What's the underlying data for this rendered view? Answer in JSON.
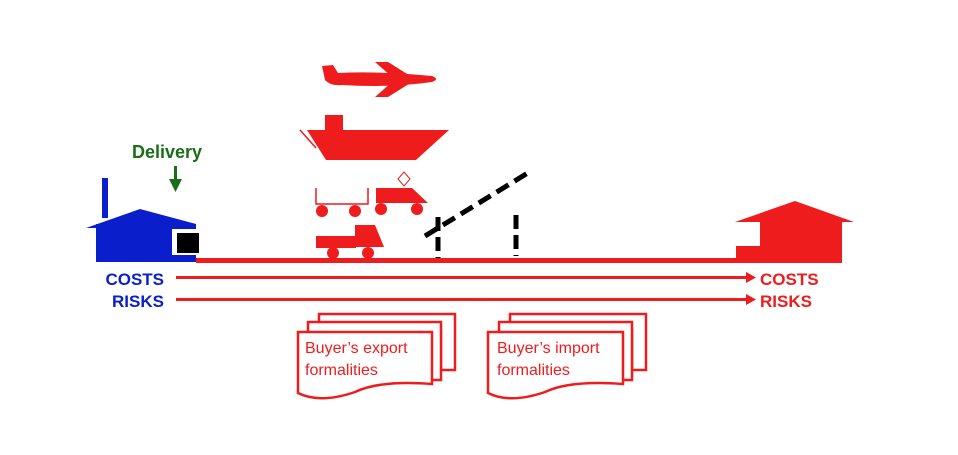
{
  "colors": {
    "seller": "#0a1ecc",
    "buyer": "#ee1c1c",
    "delivery": "#1a6e1a",
    "customs": "#000000"
  },
  "delivery_point": {
    "label": "Delivery",
    "icon": "arrow-down-icon"
  },
  "seller": {
    "icon": "factory-icon",
    "costs_label": "COSTS",
    "risks_label": "RISKS"
  },
  "buyer": {
    "icon": "house-icon",
    "costs_label": "COSTS",
    "risks_label": "RISKS"
  },
  "transport_modes": [
    {
      "name": "air",
      "icon": "airplane-icon"
    },
    {
      "name": "sea",
      "icon": "ship-icon"
    },
    {
      "name": "rail",
      "icon": "train-icon"
    },
    {
      "name": "road",
      "icon": "truck-icon"
    }
  ],
  "customs": {
    "icon": "border-barrier-icon"
  },
  "documents": [
    {
      "line1": "Buyer’s export",
      "line2": "formalities"
    },
    {
      "line1": "Buyer’s import",
      "line2": "formalities"
    }
  ]
}
